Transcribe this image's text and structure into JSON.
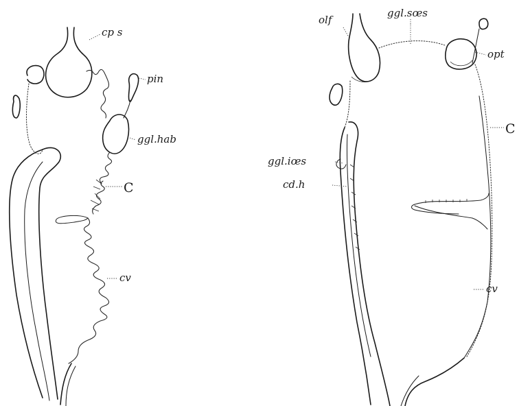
{
  "left_drawing": {
    "labels": {
      "cp_s": "cp s",
      "pin": "pin",
      "ggl_hab": "ggl.hab",
      "c": "C",
      "cv": "cv"
    }
  },
  "right_drawing": {
    "labels": {
      "olf": "olf",
      "ggl_soes": "ggl.sœs",
      "opt": "opt",
      "c": "C",
      "ggl_ioes": "ggl.iœs",
      "cd_h": "cd.h",
      "cv": "cv"
    }
  }
}
